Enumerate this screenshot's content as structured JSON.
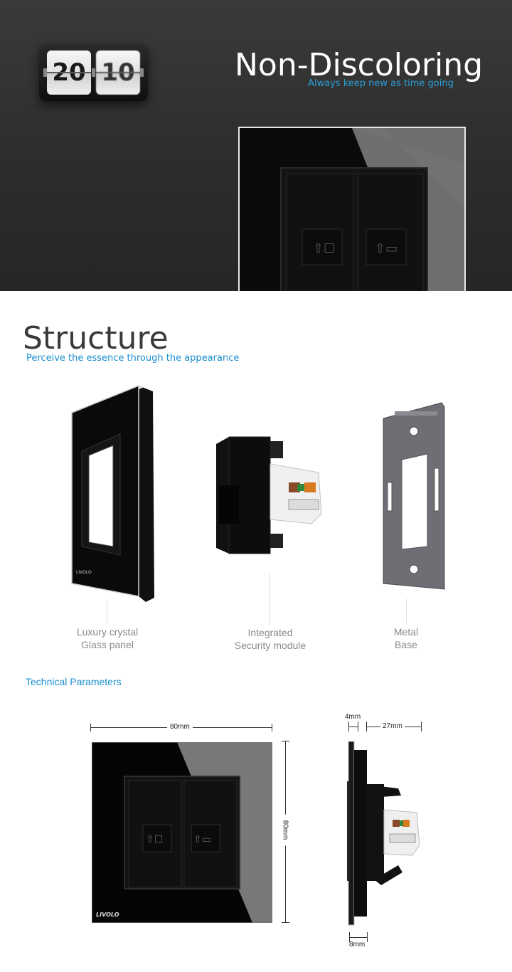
{
  "top_banner": {
    "flip_clock": {
      "left_digits": "20",
      "right_digits": "10"
    },
    "title": "Non-Discoloring",
    "subtitle": "Always keep new as time going"
  },
  "structure": {
    "title": "Structure",
    "subtitle": "Perceive the essence  through the appearance",
    "components": [
      {
        "line1": "Luxury crystal",
        "line2": "Glass panel"
      },
      {
        "line1": "Integrated",
        "line2": "Security module"
      },
      {
        "line1": "Metal",
        "line2": "Base"
      }
    ],
    "panel_logo": "LIVOLO"
  },
  "technical": {
    "heading": "Technical Parameters",
    "front_width": "80mm",
    "front_height": "80mm",
    "side_glass": "4mm",
    "side_depth": "27mm",
    "side_bottom": "8mm",
    "logo": "LIVOLO"
  },
  "colors": {
    "accent": "#1a8fd0",
    "dark_bg": "#2f2f2f",
    "panel_black": "#0a0a0a",
    "glass_grey": "#7a7a7a"
  }
}
